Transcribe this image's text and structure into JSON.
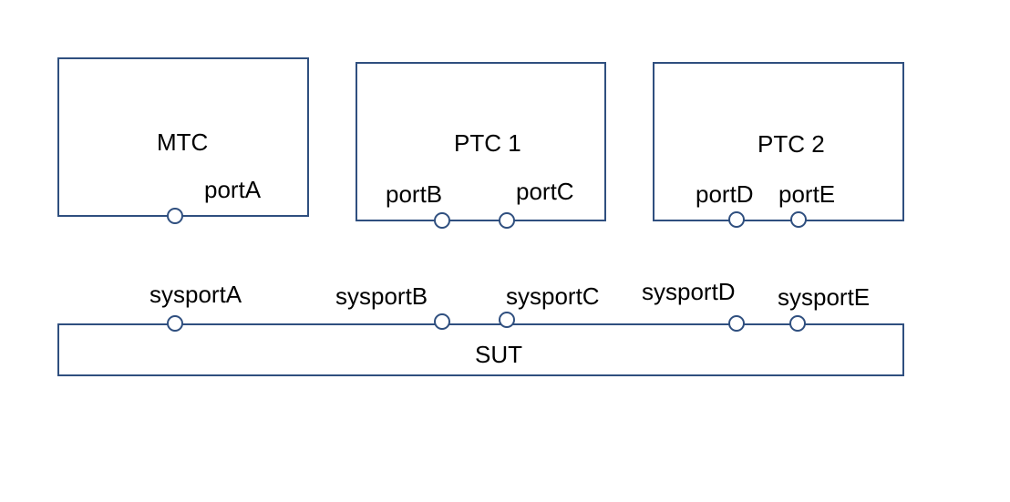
{
  "components": {
    "mtc": {
      "title": "MTC",
      "port": "portA"
    },
    "ptc1": {
      "title": "PTC 1",
      "ports": [
        "portB",
        "portC"
      ]
    },
    "ptc2": {
      "title": "PTC 2",
      "ports": [
        "portD",
        "portE"
      ]
    }
  },
  "sut": {
    "title": "SUT",
    "ports": [
      "sysportA",
      "sysportB",
      "sysportC",
      "sysportD",
      "sysportE"
    ]
  },
  "colors": {
    "outline": "#2f4f7f",
    "text": "#000000",
    "background": "#ffffff"
  }
}
